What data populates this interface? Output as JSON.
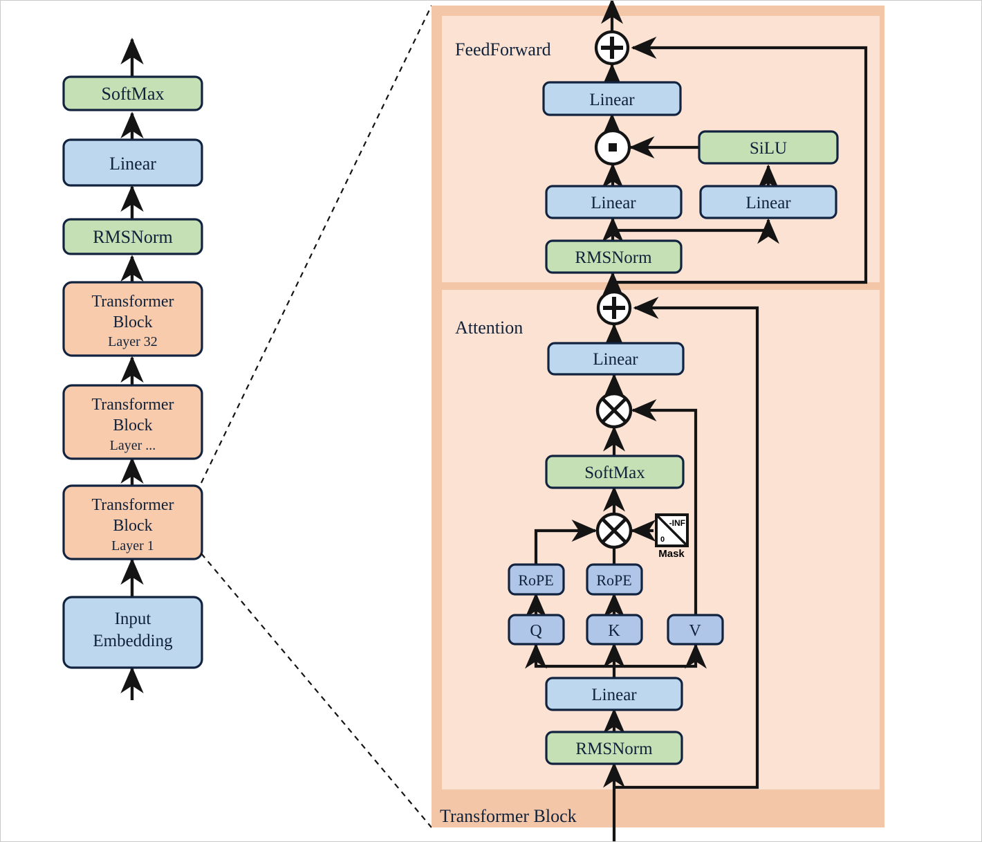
{
  "figure": {
    "title_visible": false,
    "background": "#ffffff"
  },
  "palette": {
    "blue_box": "#BDD7EE",
    "blue_box_dark": "#AFC6E9",
    "green_box": "#C5E0B4",
    "orange_box": "#F8CBAD",
    "panel_outer": "#F6D4BD",
    "panel_band": "#F3C6A8",
    "panel_inner": "#FBE2D3",
    "border": "#12233f",
    "line": "#1a1a1a",
    "white": "#ffffff"
  },
  "left_stack": {
    "name": "model-pipeline",
    "nodes": [
      {
        "id": "softmax",
        "label": "SoftMax",
        "sub": "",
        "kind": "green"
      },
      {
        "id": "linear",
        "label": "Linear",
        "sub": "",
        "kind": "blue"
      },
      {
        "id": "rmsnorm",
        "label": "RMSNorm",
        "sub": "",
        "kind": "green"
      },
      {
        "id": "block32",
        "label": "Transformer Block",
        "sub": "Layer 32",
        "kind": "orange"
      },
      {
        "id": "blockdots",
        "label": "Transformer Block",
        "sub": "Layer ...",
        "kind": "orange"
      },
      {
        "id": "block1",
        "label": "Transformer Block",
        "sub": "Layer 1",
        "kind": "orange"
      },
      {
        "id": "embed",
        "label": "Input Embedding",
        "sub": "",
        "kind": "blue"
      }
    ]
  },
  "detail_panel": {
    "outer_label": "Transformer Block",
    "sections": [
      {
        "id": "feedforward",
        "label": "FeedForward"
      },
      {
        "id": "attention",
        "label": "Attention"
      }
    ],
    "feedforward_nodes": [
      {
        "id": "ff-add",
        "label": "+",
        "kind": "op-add"
      },
      {
        "id": "ff-linear-out",
        "label": "Linear",
        "kind": "blue"
      },
      {
        "id": "ff-mul",
        "label": "·",
        "kind": "op-dot"
      },
      {
        "id": "ff-silu",
        "label": "SiLU",
        "kind": "green"
      },
      {
        "id": "ff-linear-up",
        "label": "Linear",
        "kind": "blue"
      },
      {
        "id": "ff-linear-gate",
        "label": "Linear",
        "kind": "blue"
      },
      {
        "id": "ff-rmsnorm",
        "label": "RMSNorm",
        "kind": "green"
      }
    ],
    "attention_nodes": [
      {
        "id": "attn-add",
        "label": "+",
        "kind": "op-add"
      },
      {
        "id": "attn-linear-out",
        "label": "Linear",
        "kind": "blue"
      },
      {
        "id": "attn-mul-v",
        "label": "×",
        "kind": "op-mul"
      },
      {
        "id": "attn-softmax",
        "label": "SoftMax",
        "kind": "green"
      },
      {
        "id": "attn-mul-qk",
        "label": "×",
        "kind": "op-mul"
      },
      {
        "id": "attn-rope-q",
        "label": "RoPE",
        "kind": "blue2"
      },
      {
        "id": "attn-rope-k",
        "label": "RoPE",
        "kind": "blue2"
      },
      {
        "id": "attn-q",
        "label": "Q",
        "kind": "blue2"
      },
      {
        "id": "attn-k",
        "label": "K",
        "kind": "blue2"
      },
      {
        "id": "attn-v",
        "label": "V",
        "kind": "blue2"
      },
      {
        "id": "attn-linear-qkv",
        "label": "Linear",
        "kind": "blue"
      },
      {
        "id": "attn-rmsnorm",
        "label": "RMSNorm",
        "kind": "green"
      }
    ],
    "mask": {
      "caption": "Mask",
      "upper_right_value": "-INF",
      "lower_left_value": "0"
    }
  }
}
